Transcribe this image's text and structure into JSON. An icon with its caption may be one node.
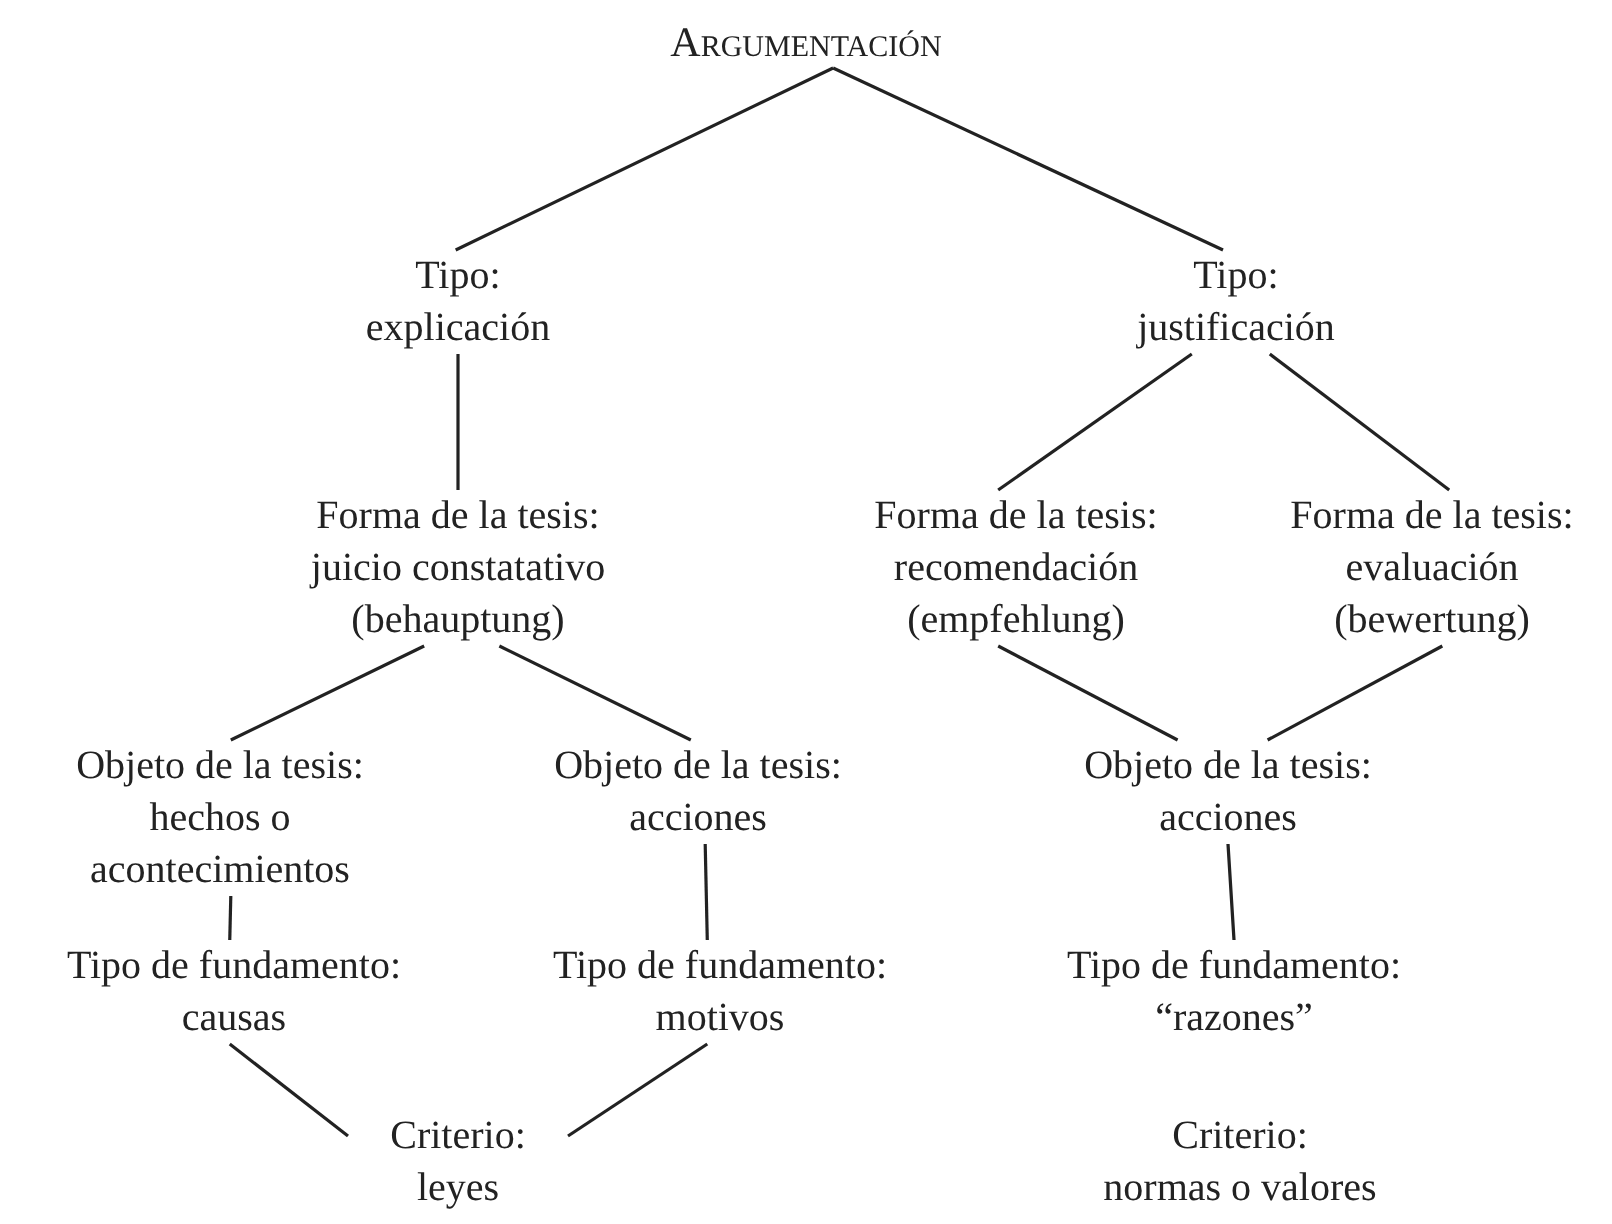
{
  "diagram": {
    "nodes": [
      {
        "text": [
          "Argumentación"
        ]
      },
      {
        "text": [
          "Tipo: explicación"
        ]
      },
      {
        "text": [
          "Tipo: justificación"
        ]
      },
      {
        "text": [
          "Forma de la tesis: juicio constatativo (behauptung)"
        ]
      },
      {
        "text": [
          "Forma de la tesis: recomendación (empfehlung)"
        ]
      },
      {
        "text": [
          "Forma de la tesis: evaluación (bewertung)"
        ]
      },
      {
        "text": [
          "Objeto de la tesis: hechos o acontecimientos"
        ]
      },
      {
        "text": [
          "Objeto de la tesis: acciones"
        ]
      },
      {
        "text": [
          "Objeto de la tesis: acciones"
        ]
      },
      {
        "text": [
          "Tipo de fundamento: causas"
        ]
      },
      {
        "text": [
          "Tipo de fundamento: motivos"
        ]
      },
      {
        "text": [
          "Tipo de fundamento: “razones”"
        ]
      },
      {
        "text": [
          "Criterio: leyes"
        ]
      },
      {
        "text": [
          "Criterio:",
          "normas o valores"
        ]
      }
    ],
    "edges": [
      {
        "from": 0,
        "to": 1,
        "arrow": "none"
      },
      {
        "from": 0,
        "to": 2,
        "arrow": "none"
      },
      {
        "from": 1,
        "to": 3,
        "arrow": "none"
      },
      {
        "from": 2,
        "to": 4,
        "arrow": "none"
      },
      {
        "from": 2,
        "to": 5,
        "arrow": "none"
      },
      {
        "from": 3,
        "to": 6,
        "arrow": "none"
      },
      {
        "from": 3,
        "to": 7,
        "arrow": "none"
      },
      {
        "from": 4,
        "to": 8,
        "arrow": "none"
      },
      {
        "from": 5,
        "to": 8,
        "arrow": "none"
      },
      {
        "from": 6,
        "to": 9,
        "arrow": "none"
      },
      {
        "from": 7,
        "to": 10,
        "arrow": "none"
      },
      {
        "from": 8,
        "to": 11,
        "arrow": "none"
      },
      {
        "from": 9,
        "to": 12,
        "arrow": "none"
      },
      {
        "from": 10,
        "to": 12,
        "arrow": "none"
      }
    ]
  }
}
